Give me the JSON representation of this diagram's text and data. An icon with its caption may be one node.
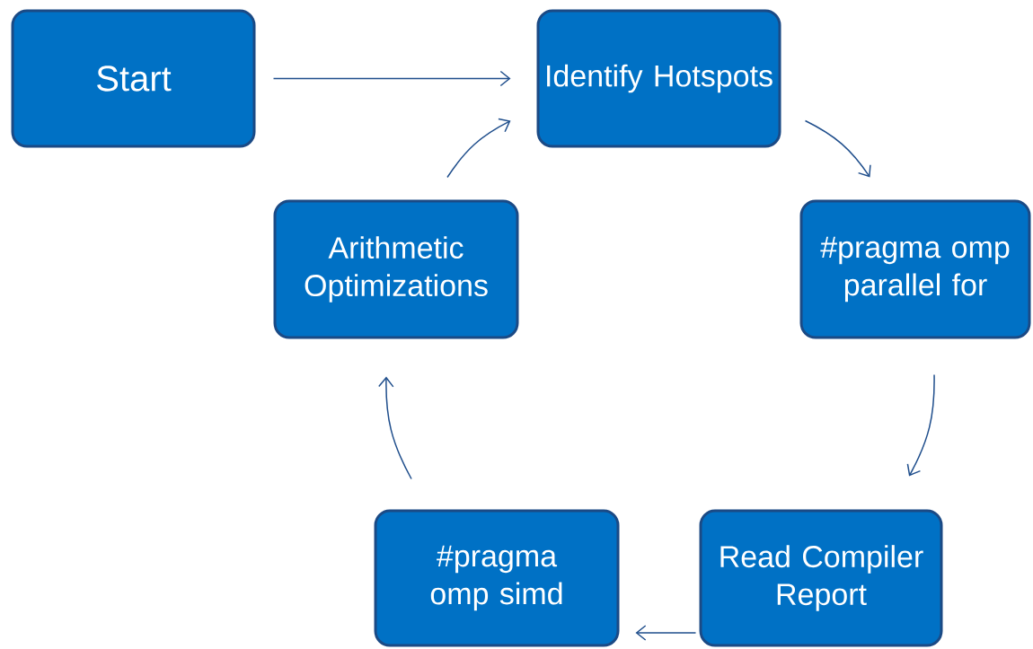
{
  "diagram": {
    "nodes": [
      {
        "text": [
          "Start"
        ]
      },
      {
        "text": [
          "Identify Hotspots"
        ]
      },
      {
        "text": [
          "#pragma omp parallel for"
        ]
      },
      {
        "text": [
          "Read Compiler Report"
        ]
      },
      {
        "text": [
          "#pragma omp simd"
        ]
      },
      {
        "text": [
          "Arithmetic Optimizations"
        ]
      }
    ],
    "edges": [
      {
        "from": 0,
        "to": 1,
        "arrow": "to"
      },
      {
        "from": 1,
        "to": 2,
        "arrow": "to"
      },
      {
        "from": 2,
        "to": 3,
        "arrow": "to"
      },
      {
        "from": 3,
        "to": 4,
        "arrow": "to"
      },
      {
        "from": 4,
        "to": 5,
        "arrow": "to"
      },
      {
        "from": 5,
        "to": 1,
        "arrow": "to"
      }
    ]
  }
}
